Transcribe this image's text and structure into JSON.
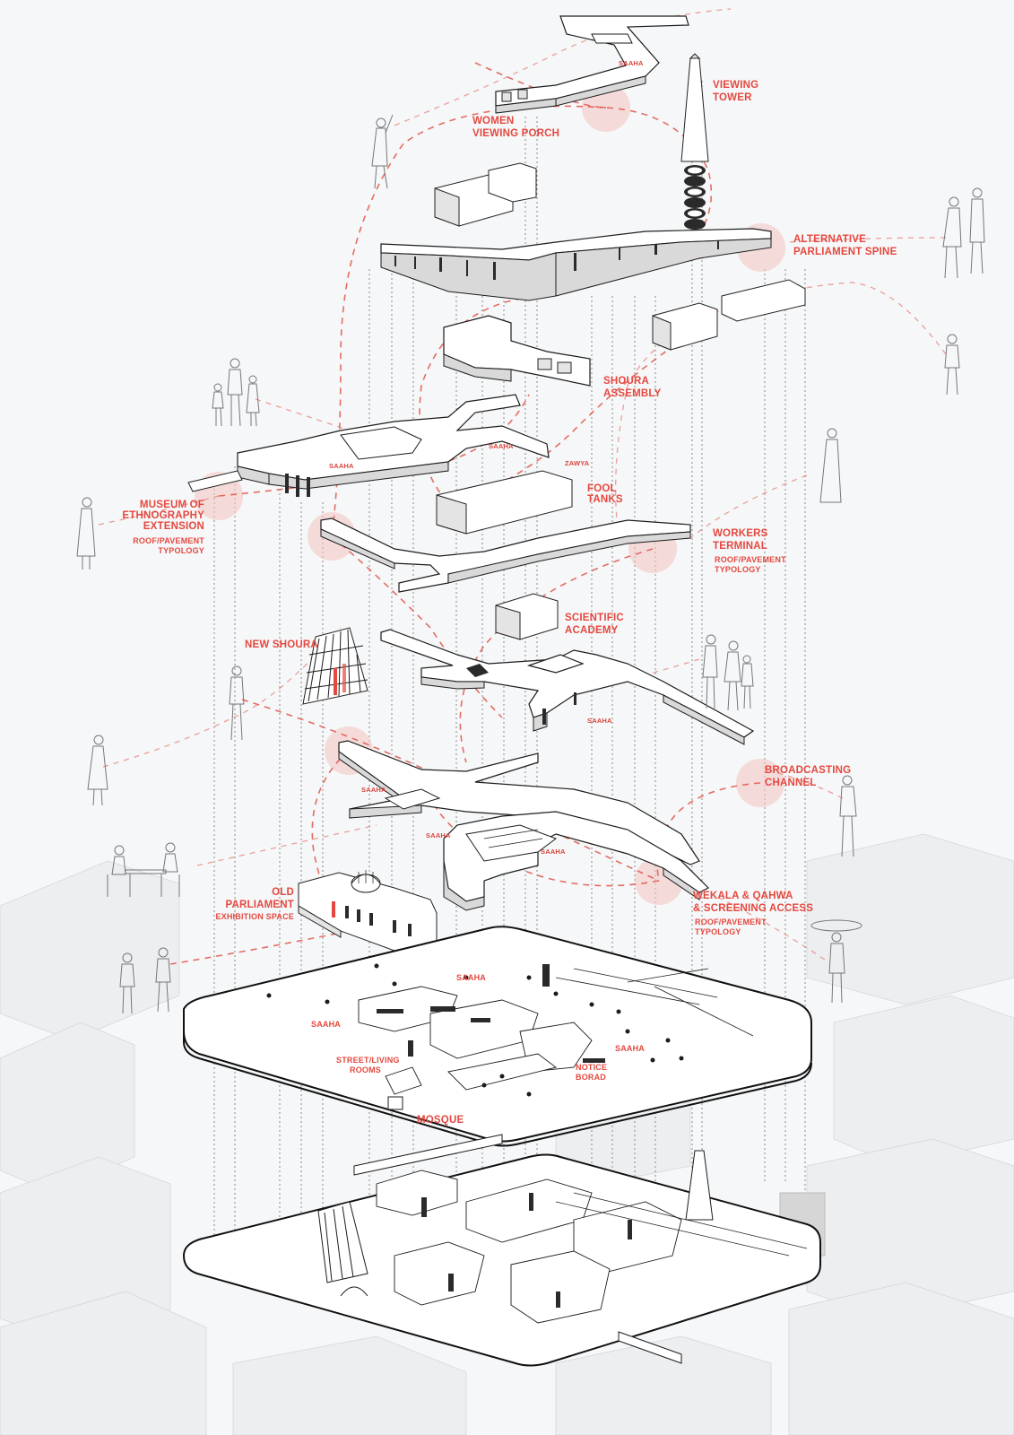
{
  "labels": {
    "viewing_tower": [
      "VIEWING",
      "TOWER"
    ],
    "women_porch": [
      "WOMEN",
      "VIEWING PORCH"
    ],
    "alt_parliament": [
      "ALTERNATIVE",
      "PARLIAMENT SPINE"
    ],
    "shoura_assembly": [
      "SHOURA",
      "ASSEMBLY"
    ],
    "museum": [
      "MUSEUM OF",
      "ETHNOGRAPHY",
      "EXTENSION"
    ],
    "museum_sub": [
      "ROOF/PAVEMENT",
      "TYPOLOGY"
    ],
    "fool_tanks": [
      "FOOL",
      "TANKS"
    ],
    "workers": [
      "WORKERS",
      "TERMINAL"
    ],
    "workers_sub": [
      "ROOF/PAVEMENT",
      "TYPOLOGY"
    ],
    "scientific": [
      "SCIENTIFIC",
      "ACADEMY"
    ],
    "new_shoura": "NEW SHOURA",
    "broadcasting": [
      "BROADCASTING",
      "CHANNEL"
    ],
    "old_parliament": [
      "OLD",
      "PARLIAMENT"
    ],
    "old_parliament_sub": "EXHIBITION SPACE",
    "wekala": [
      "WEKALA  & QAHWA",
      "& SCREENING ACCESS"
    ],
    "wekala_sub": [
      "ROOF/PAVEMENT",
      "TYPOLOGY"
    ],
    "street_living": [
      "STREET/LIVING",
      "ROOMS"
    ],
    "notice_board": [
      "NOTICE",
      "BORAD"
    ],
    "mosque": "MOSQUE",
    "saaha": "SAAHA",
    "zawya": "ZAWYA"
  },
  "colors": {
    "accent": "#e5483f",
    "line": "#1c1c1c",
    "background": "#f6f7f8"
  }
}
